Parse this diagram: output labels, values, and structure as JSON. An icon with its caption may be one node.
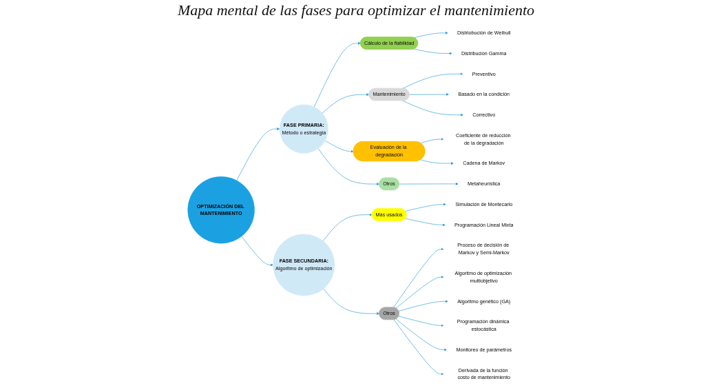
{
  "diagram": {
    "title": "Mapa mental de las fases para optimizar el mantenimiento",
    "nodes": [
      {
        "text": [
          "OPTIMIZACIÓN DEL MANTENIMIENTO"
        ]
      },
      {
        "text": [
          "FASE PRIMARIA:",
          "Método o estrategia"
        ]
      },
      {
        "text": [
          "FASE SECUNDARIA:",
          "Algoritmo de optimización"
        ]
      },
      {
        "text": [
          "Cálculo de la fiabilidad"
        ]
      },
      {
        "text": [
          "Distriobución de Weibull"
        ]
      },
      {
        "text": [
          "Distribución Gamma"
        ]
      },
      {
        "text": [
          "Mantenimiento"
        ]
      },
      {
        "text": [
          "Preventivo"
        ]
      },
      {
        "text": [
          "Basado en la condición"
        ]
      },
      {
        "text": [
          "Correctivo"
        ]
      },
      {
        "text": [
          "Evaluación de la degradación"
        ]
      },
      {
        "text": [
          "Coeficiente de reducción de la degradación"
        ]
      },
      {
        "text": [
          "Cadena de Markov"
        ]
      },
      {
        "text": [
          "Otros"
        ]
      },
      {
        "text": [
          "Metaheurística"
        ]
      },
      {
        "text": [
          "Más usados"
        ]
      },
      {
        "text": [
          "Simulación de Montecarlo"
        ]
      },
      {
        "text": [
          "Programación Lineal Mixta"
        ]
      },
      {
        "text": [
          "Otros"
        ]
      },
      {
        "text": [
          "Proceso de decisión de Markov y Semi-Markov"
        ]
      },
      {
        "text": [
          "Algoritmo de optimización multiobjetivo"
        ]
      },
      {
        "text": [
          "Algoritmo genético (GA)"
        ]
      },
      {
        "text": [
          "Programación dinámica estocástica"
        ]
      },
      {
        "text": [
          "Monitoreo de parámetros"
        ]
      },
      {
        "text": [
          "Derivada de la función costo de mantenimiento"
        ]
      }
    ],
    "edges": [
      {
        "from": 0,
        "to": 1,
        "arrow": "to"
      },
      {
        "from": 0,
        "to": 2,
        "arrow": "to"
      },
      {
        "from": 1,
        "to": 3,
        "arrow": "to"
      },
      {
        "from": 3,
        "to": 4,
        "arrow": "to"
      },
      {
        "from": 3,
        "to": 5,
        "arrow": "to"
      },
      {
        "from": 1,
        "to": 6,
        "arrow": "to"
      },
      {
        "from": 6,
        "to": 7,
        "arrow": "to"
      },
      {
        "from": 6,
        "to": 8,
        "arrow": "to"
      },
      {
        "from": 6,
        "to": 9,
        "arrow": "to"
      },
      {
        "from": 1,
        "to": 10,
        "arrow": "to"
      },
      {
        "from": 1,
        "to": 13,
        "arrow": "to"
      },
      {
        "from": 10,
        "to": 11,
        "arrow": "to"
      },
      {
        "from": 10,
        "to": 12,
        "arrow": "to"
      },
      {
        "from": 13,
        "to": 14,
        "arrow": "to"
      },
      {
        "from": 2,
        "to": 15,
        "arrow": "to"
      },
      {
        "from": 15,
        "to": 16,
        "arrow": "to"
      },
      {
        "from": 15,
        "to": 17,
        "arrow": "to"
      },
      {
        "from": 2,
        "to": 18,
        "arrow": "to"
      },
      {
        "from": 18,
        "to": 19,
        "arrow": "to"
      },
      {
        "from": 18,
        "to": 20,
        "arrow": "to"
      },
      {
        "from": 18,
        "to": 21,
        "arrow": "to"
      },
      {
        "from": 18,
        "to": 22,
        "arrow": "to"
      },
      {
        "from": 18,
        "to": 23,
        "arrow": "to"
      },
      {
        "from": 18,
        "to": 24,
        "arrow": "to"
      }
    ]
  }
}
